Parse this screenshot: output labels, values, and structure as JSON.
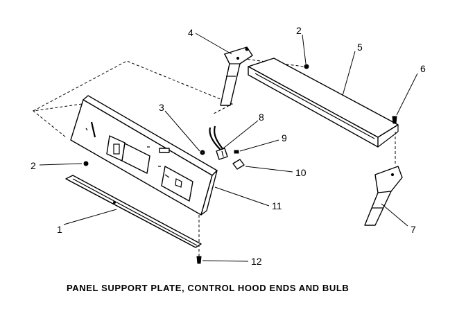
{
  "caption": "PANEL SUPPORT PLATE, CONTROL HOOD ENDS AND BULB",
  "callouts": {
    "c1": "1",
    "c2a": "2",
    "c2b": "2",
    "c3": "3",
    "c4": "4",
    "c5": "5",
    "c6": "6",
    "c7": "7",
    "c8": "8",
    "c9": "9",
    "c10": "10",
    "c11": "11",
    "c12": "12"
  }
}
